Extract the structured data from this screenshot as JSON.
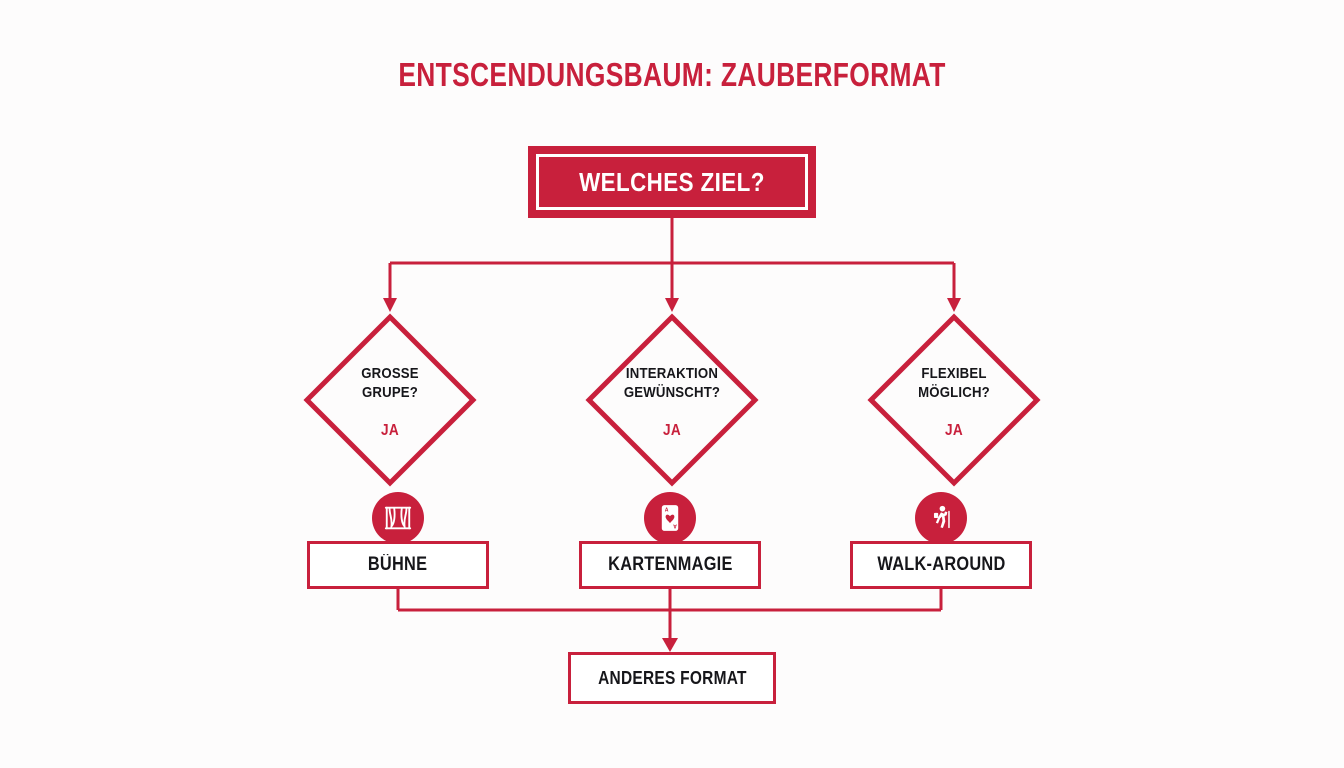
{
  "meta": {
    "background_color": "#fdfcfc",
    "accent_color": "#c8203c",
    "text_color": "#16161a",
    "white": "#ffffff"
  },
  "title": "ENTSCENDUNGSBAUM: ZAUBERFORMAT",
  "root": {
    "label": "WELCHES ZIEL?"
  },
  "decisions": [
    {
      "id": "grosse-gruppe",
      "line1": "GROSSE",
      "line2": "GRUPE?",
      "yes_label": "JA",
      "icon_name": "stage-curtain-icon"
    },
    {
      "id": "interaktion",
      "line1": "INTERAKTION",
      "line2": "GEWÜNSCHT?",
      "yes_label": "JA",
      "icon_name": "playing-card-icon"
    },
    {
      "id": "flexibel",
      "line1": "FLEXIBEL",
      "line2": "MÖGLICH?",
      "yes_label": "JA",
      "icon_name": "walking-person-icon"
    }
  ],
  "results": [
    {
      "id": "buhne",
      "label": "BÜHNE"
    },
    {
      "id": "karten",
      "label": "KARTENMAGIE"
    },
    {
      "id": "walk",
      "label": "WALK-AROUND"
    }
  ],
  "fallback": {
    "label": "ANDERES FORMAT"
  }
}
